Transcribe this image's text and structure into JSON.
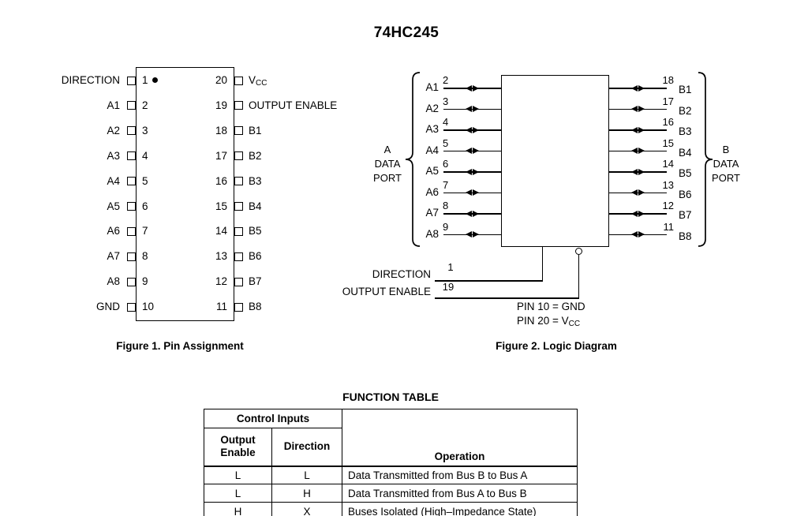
{
  "page": {
    "title": "74HC245"
  },
  "figure1": {
    "caption": "Figure 1. Pin Assignment",
    "left_pins": [
      {
        "label": "DIRECTION",
        "num": "1"
      },
      {
        "label": "A1",
        "num": "2"
      },
      {
        "label": "A2",
        "num": "3"
      },
      {
        "label": "A3",
        "num": "4"
      },
      {
        "label": "A4",
        "num": "5"
      },
      {
        "label": "A5",
        "num": "6"
      },
      {
        "label": "A6",
        "num": "7"
      },
      {
        "label": "A7",
        "num": "8"
      },
      {
        "label": "A8",
        "num": "9"
      },
      {
        "label": "GND",
        "num": "10"
      }
    ],
    "right_pins": [
      {
        "label": "V",
        "label_sub": "CC",
        "num": "20"
      },
      {
        "label": "OUTPUT ENABLE",
        "label_sub": "",
        "num": "19"
      },
      {
        "label": "B1",
        "label_sub": "",
        "num": "18"
      },
      {
        "label": "B2",
        "label_sub": "",
        "num": "17"
      },
      {
        "label": "B3",
        "label_sub": "",
        "num": "16"
      },
      {
        "label": "B4",
        "label_sub": "",
        "num": "15"
      },
      {
        "label": "B5",
        "label_sub": "",
        "num": "14"
      },
      {
        "label": "B6",
        "label_sub": "",
        "num": "13"
      },
      {
        "label": "B7",
        "label_sub": "",
        "num": "12"
      },
      {
        "label": "B8",
        "label_sub": "",
        "num": "11"
      }
    ]
  },
  "figure2": {
    "caption": "Figure 2. Logic Diagram",
    "a_port": "A\nDATA\nPORT",
    "b_port": "B\nDATA\nPORT",
    "a_channels": [
      {
        "label": "A1",
        "pin": "2"
      },
      {
        "label": "A2",
        "pin": "3"
      },
      {
        "label": "A3",
        "pin": "4"
      },
      {
        "label": "A4",
        "pin": "5"
      },
      {
        "label": "A5",
        "pin": "6"
      },
      {
        "label": "A6",
        "pin": "7"
      },
      {
        "label": "A7",
        "pin": "8"
      },
      {
        "label": "A8",
        "pin": "9"
      }
    ],
    "b_channels": [
      {
        "label": "B1",
        "pin": "18"
      },
      {
        "label": "B2",
        "pin": "17"
      },
      {
        "label": "B3",
        "pin": "16"
      },
      {
        "label": "B4",
        "pin": "15"
      },
      {
        "label": "B5",
        "pin": "14"
      },
      {
        "label": "B6",
        "pin": "13"
      },
      {
        "label": "B7",
        "pin": "12"
      },
      {
        "label": "B8",
        "pin": "11"
      }
    ],
    "direction": {
      "label": "DIRECTION",
      "pin": "1"
    },
    "output_enable": {
      "label": "OUTPUT ENABLE",
      "pin": "19"
    },
    "note_gnd": "PIN 10 = GND",
    "note_vcc": {
      "prefix": "PIN 20 = V",
      "sub": "CC"
    }
  },
  "function_table": {
    "title": "FUNCTION TABLE",
    "control_inputs_header": "Control Inputs",
    "col_output_enable": "Output\nEnable",
    "col_direction": "Direction",
    "col_operation": "Operation",
    "rows": [
      {
        "output_enable": "L",
        "direction": "L",
        "operation": "Data Transmitted from Bus B to Bus A"
      },
      {
        "output_enable": "L",
        "direction": "H",
        "operation": "Data Transmitted from Bus A to Bus B"
      },
      {
        "output_enable": "H",
        "direction": "X",
        "operation": "Buses Isolated (High–Impedance State)"
      }
    ]
  }
}
